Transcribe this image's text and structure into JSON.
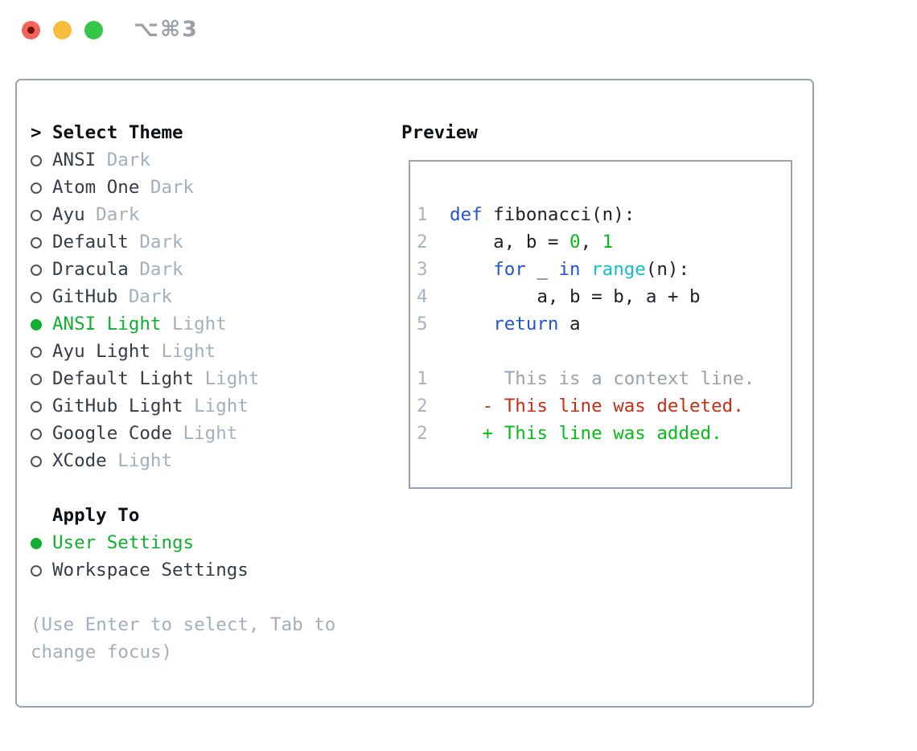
{
  "window": {
    "title": "⌥⌘3"
  },
  "colors": {
    "text": "#363c46",
    "heading": "#0d1014",
    "muted": "#a4aebc",
    "ring": "#4d545e",
    "green": "#12ad31",
    "bright_green": "#06bd18",
    "red": "#c62f15",
    "blue": "#2154d4",
    "cyan": "#16bcc8",
    "code_text": "#1d2126",
    "ln": "#a9b2c0",
    "ctx": "#99a2ad",
    "border": "#99a2af",
    "title_gray": "#9aa0a6",
    "tl_red": "#f4645a",
    "tl_red_dot": "#6e1404",
    "tl_yellow": "#f6bd3b",
    "tl_green": "#34c748"
  },
  "theme_panel": {
    "header_prefix": ">",
    "header": "Select Theme",
    "items": [
      {
        "name": "ANSI",
        "variant": "Dark",
        "selected": false
      },
      {
        "name": "Atom One",
        "variant": "Dark",
        "selected": false
      },
      {
        "name": "Ayu",
        "variant": "Dark",
        "selected": false
      },
      {
        "name": "Default",
        "variant": "Dark",
        "selected": false
      },
      {
        "name": "Dracula",
        "variant": "Dark",
        "selected": false
      },
      {
        "name": "GitHub",
        "variant": "Dark",
        "selected": false
      },
      {
        "name": "ANSI Light",
        "variant": "Light",
        "selected": true
      },
      {
        "name": "Ayu Light",
        "variant": "Light",
        "selected": false
      },
      {
        "name": "Default Light",
        "variant": "Light",
        "selected": false
      },
      {
        "name": "GitHub Light",
        "variant": "Light",
        "selected": false
      },
      {
        "name": "Google Code",
        "variant": "Light",
        "selected": false
      },
      {
        "name": "XCode",
        "variant": "Light",
        "selected": false
      }
    ]
  },
  "apply_panel": {
    "header": "Apply To",
    "options": [
      {
        "label": "User Settings",
        "selected": true
      },
      {
        "label": "Workspace Settings",
        "selected": false
      }
    ]
  },
  "help": {
    "line1": "(Use Enter to select, Tab to",
    "line2": "change focus)"
  },
  "preview": {
    "label": "Preview",
    "code_lines": [
      {
        "num": "1",
        "tokens": [
          {
            "t": "def",
            "c": "kw"
          },
          {
            "t": " fibonacci(n):",
            "c": "pl"
          }
        ]
      },
      {
        "num": "2",
        "tokens": [
          {
            "t": "    a, b = ",
            "c": "pl"
          },
          {
            "t": "0",
            "c": "num"
          },
          {
            "t": ", ",
            "c": "pl"
          },
          {
            "t": "1",
            "c": "num"
          }
        ]
      },
      {
        "num": "3",
        "tokens": [
          {
            "t": "    ",
            "c": "pl"
          },
          {
            "t": "for",
            "c": "kw"
          },
          {
            "t": " _ ",
            "c": "pl"
          },
          {
            "t": "in",
            "c": "kw"
          },
          {
            "t": " ",
            "c": "pl"
          },
          {
            "t": "range",
            "c": "bi"
          },
          {
            "t": "(n):",
            "c": "pl"
          }
        ]
      },
      {
        "num": "4",
        "tokens": [
          {
            "t": "        a, b = b, a + b",
            "c": "pl"
          }
        ]
      },
      {
        "num": "5",
        "tokens": [
          {
            "t": "    ",
            "c": "pl"
          },
          {
            "t": "return",
            "c": "kw"
          },
          {
            "t": " a",
            "c": "pl"
          }
        ]
      }
    ],
    "diff_lines": [
      {
        "num": "1",
        "tokens": [
          {
            "t": "     This is a context line.",
            "c": "ctx"
          }
        ]
      },
      {
        "num": "2",
        "tokens": [
          {
            "t": "   - This line was deleted.",
            "c": "del"
          }
        ]
      },
      {
        "num": "2",
        "tokens": [
          {
            "t": "   + This line was added.",
            "c": "add"
          }
        ]
      }
    ]
  }
}
